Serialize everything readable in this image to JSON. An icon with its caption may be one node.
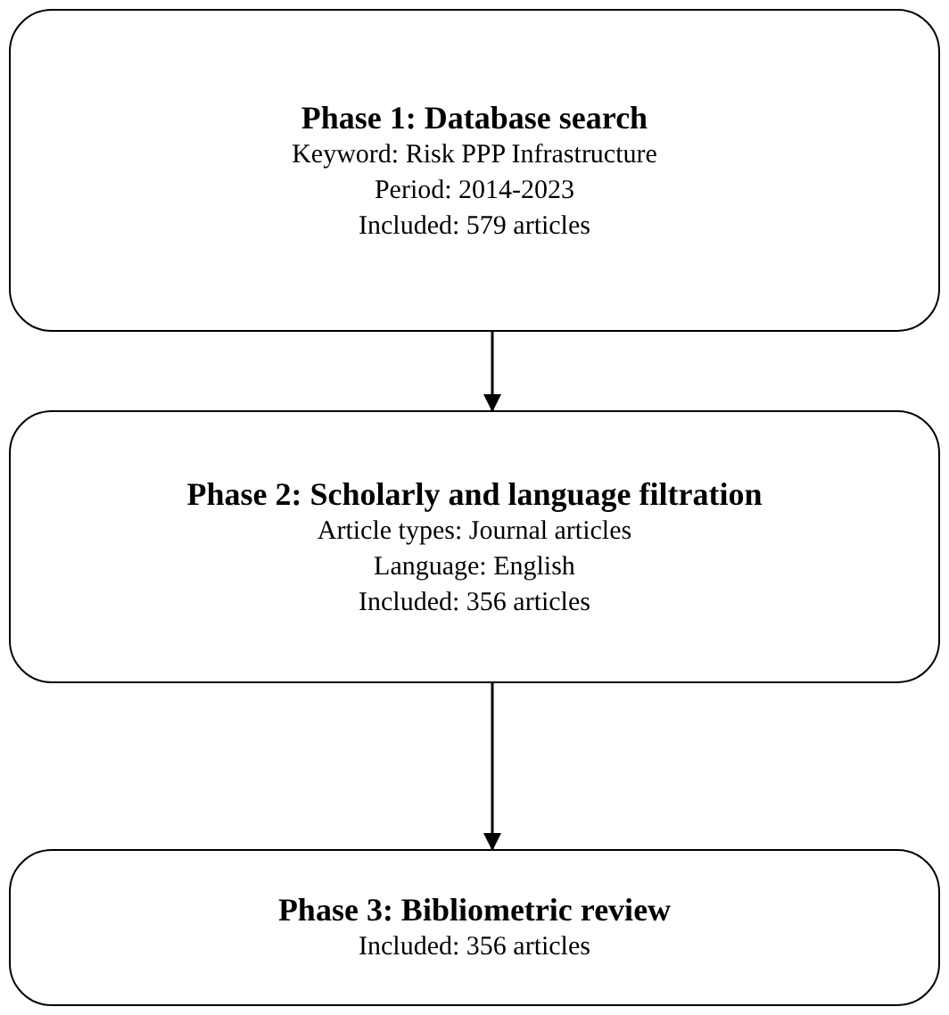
{
  "diagram": {
    "nodes": [
      {
        "text": [
          "Phase 1: Database search",
          "Keyword: Risk PPP Infrastructure",
          "Period: 2014-2023",
          "Included: 579 articles"
        ]
      },
      {
        "text": [
          "Phase 2: Scholarly and language filtration",
          "Article types: Journal articles",
          "Language: English",
          "Included: 356 articles"
        ]
      },
      {
        "text": [
          "Phase 3: Bibliometric review",
          "Included: 356 articles"
        ]
      }
    ],
    "edges": [
      {
        "from": 0,
        "to": 1,
        "arrow": "to"
      },
      {
        "from": 1,
        "to": 2,
        "arrow": "to"
      }
    ]
  }
}
